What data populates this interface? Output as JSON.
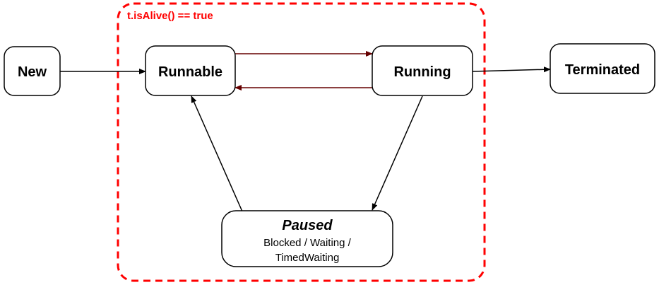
{
  "colors": {
    "region_border": "#ff0000",
    "region_label": "#ff0000",
    "node_border": "#000000",
    "node_fill": "#ffffff",
    "arrow_default": "#000000",
    "arrow_dark_red": "#660000"
  },
  "region": {
    "label": "t.isAlive() == true"
  },
  "states": {
    "new": "New",
    "runnable": "Runnable",
    "running": "Running",
    "terminated": "Terminated",
    "paused": {
      "title": "Paused",
      "line1": "Blocked / Waiting /",
      "line2": "TimedWaiting"
    }
  }
}
